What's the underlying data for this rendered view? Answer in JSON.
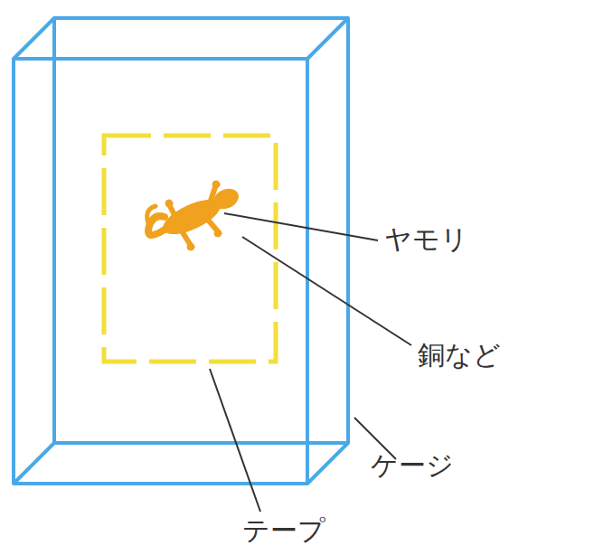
{
  "diagram": {
    "labels": [
      "ヤモリ",
      "銅など",
      "ケージ",
      "テープ"
    ]
  }
}
